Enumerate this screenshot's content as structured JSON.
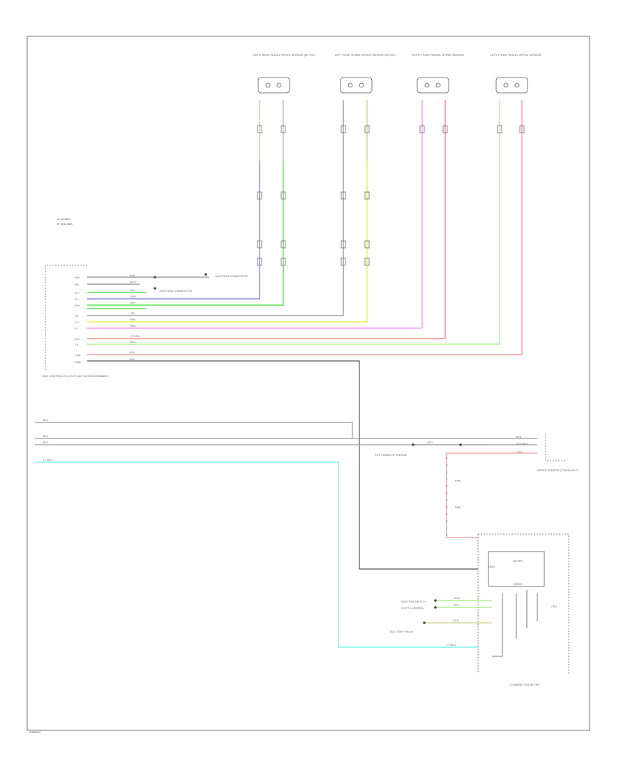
{
  "page": {
    "footer_code": "WMBKW",
    "notes": [
      "A: W/ ABS",
      "B: W/O ABS"
    ]
  },
  "wire_colors": {
    "blue": "#7070ff",
    "green": "#33dd33",
    "gray": "#888888",
    "yellow": "#e8e830",
    "magenta": "#ff80ff",
    "red": "#ff7070",
    "lightgreen": "#99ee77",
    "salmon": "#ff8888",
    "cyan": "#66eeee",
    "lightred": "#ff9090",
    "darkgray": "#555555"
  },
  "sensors": [
    {
      "label": "RIGHT REAR WHEEL SPEED SENSOR (W/ VSC)"
    },
    {
      "label": "LEFT REAR WHEEL SPEED SENSOR (W/ VSC)"
    },
    {
      "label": "RIGHT FRONT WHEEL SPEED SENSOR"
    },
    {
      "label": "LEFT FRONT WHEEL SPEED SENSOR"
    }
  ],
  "abs_module": {
    "label": "SKID CONTROL ECU WITH ACTUATOR ASSEMBLY",
    "pins": [
      {
        "pin": "RR+",
        "color": "BLK"
      },
      {
        "pin": "RR-",
        "color": "WHT"
      },
      {
        "pin": "RL+",
        "color": "BLU"
      },
      {
        "pin": "RL-",
        "color": "GRN"
      },
      {
        "pin": "FR+",
        "color": "GRY"
      },
      {
        "pin": "FR-",
        "color": "YEL"
      },
      {
        "pin": "FL+",
        "color": "PNK"
      },
      {
        "pin": "FL-",
        "color": "RED"
      },
      {
        "pin": "D/G",
        "color": "LT GRN"
      },
      {
        "pin": "TS",
        "color": "RED"
      },
      {
        "pin": "CAN",
        "color": "BLK"
      },
      {
        "pin": "GND",
        "color": "BLK"
      }
    ],
    "junctions": [
      "JUNCTION CONNECTOR",
      "JUNCTION CONNECTOR"
    ]
  },
  "bus_wires": [
    {
      "label": "BLK"
    },
    {
      "label": "BLK"
    },
    {
      "label": "BLK"
    },
    {
      "label": "LT BLU"
    }
  ],
  "speed_sensor": {
    "label": "SPEED SENSOR (TRANSAXLE)",
    "junction": "LEFT REAR OF ENGINE",
    "wire_label": "GRY",
    "pins": [
      "BLK",
      "RED/BLK",
      "GRN"
    ],
    "vertical_labels": [
      "PNK",
      "PNK"
    ]
  },
  "cluster": {
    "label": "COMBINATION METER",
    "inner_labels": [
      "METER",
      "SPEED",
      "CPU"
    ],
    "inputs": [
      {
        "label": "IGNITION SWITCH",
        "color": "GRN"
      },
      {
        "label": "LIGHT CONTROL",
        "color": "GRY"
      },
      {
        "label": "TAIL LIGHT RELAY",
        "color": "BLK"
      }
    ],
    "gnd_label": "GND",
    "cyan_label": "LT BLU"
  }
}
